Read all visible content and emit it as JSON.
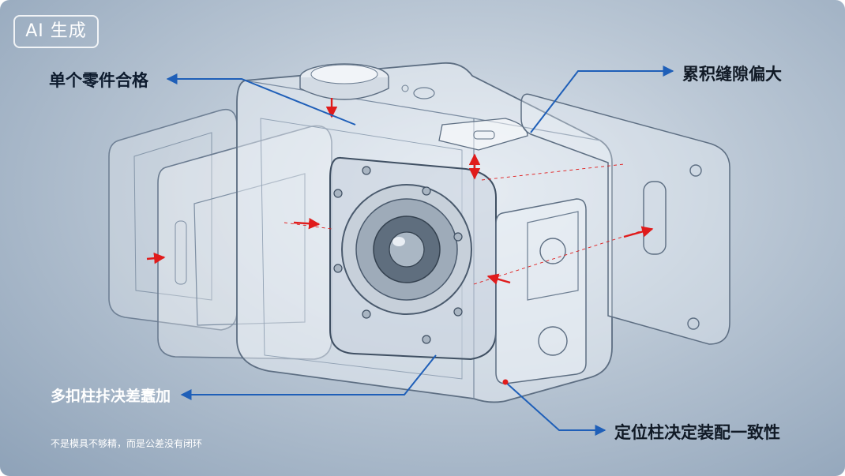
{
  "badge": {
    "text": "AI 生成"
  },
  "labels": {
    "single_part": "单个零件合格",
    "accumulated_gap": "累积缝隙偏大",
    "multi_pillar": "多扣柱拤决差蠢加",
    "locating_pillar": "定位柱决定装配一致性"
  },
  "note": "不是模具不够精，而是公差没有闭环",
  "colors": {
    "callout_blue": "#1f5fb8",
    "arrow_red": "#e01b1b",
    "outline": "#5d6e82"
  }
}
